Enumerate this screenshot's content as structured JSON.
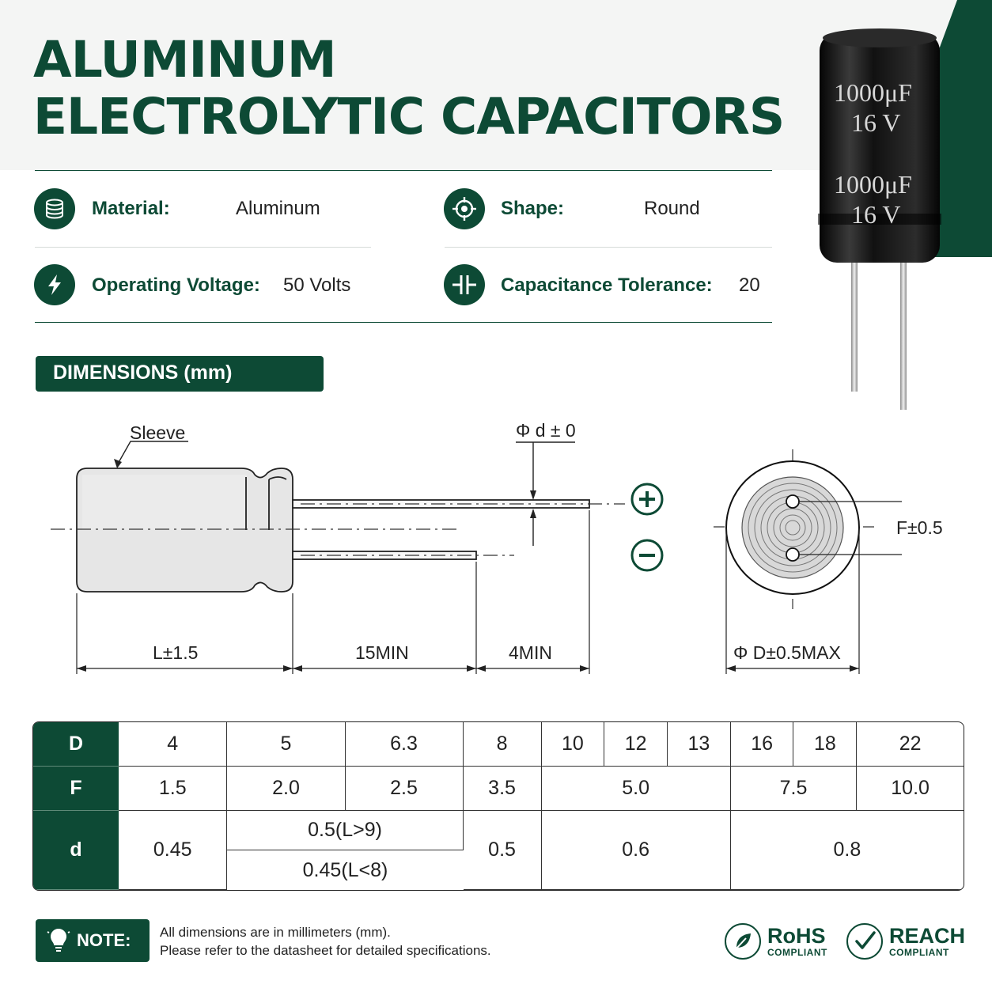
{
  "title": {
    "line1": "ALUMINUM",
    "line2": "ELECTROLYTIC CAPACITORS"
  },
  "product_photo": {
    "marking_capacitance": "1000μF",
    "marking_voltage": "16 V"
  },
  "specs": {
    "material": {
      "label": "Material:",
      "value": "Aluminum",
      "icon": "stack-icon"
    },
    "shape": {
      "label": "Shape:",
      "value": "Round",
      "icon": "target-icon"
    },
    "voltage": {
      "label": "Operating Voltage:",
      "value": "50 Volts",
      "icon": "lightning-icon"
    },
    "tolerance": {
      "label": "Capacitance Tolerance:",
      "value": "20",
      "icon": "capacitor-icon"
    }
  },
  "dimensions": {
    "heading": "DIMENSIONS (mm)",
    "sleeve": "Sleeve",
    "lead_diameter": "Φ d ± 0",
    "body_length": "L±1.5",
    "lead_min_1": "15MIN",
    "lead_min_2": "4MIN",
    "pitch": "F±0.5",
    "body_diameter": "Φ D±0.5MAX",
    "plus_symbol": "+",
    "minus_symbol": "−"
  },
  "table": {
    "d_label": "D",
    "f_label": "F",
    "lead_label": "d",
    "D": [
      "4",
      "5",
      "6.3",
      "8",
      "10",
      "12",
      "13",
      "16",
      "18",
      "22"
    ],
    "F": [
      "1.5",
      "2.0",
      "2.5",
      "3.5",
      "5.0",
      "7.5",
      "10.0"
    ],
    "d": {
      "c1": "0.45",
      "c2_top": "0.5(L>9)",
      "c2_bottom": "0.45(L<8)",
      "c3": "0.5",
      "c4": "0.6",
      "c5": "0.8"
    }
  },
  "note": {
    "label": "NOTE:",
    "line1": "All dimensions are in millimeters (mm).",
    "line2": "Please refer to the datasheet for detailed specifications."
  },
  "certs": {
    "rohs": {
      "name": "RoHS",
      "sub": "COMPLIANT"
    },
    "reach": {
      "name": "REACH",
      "sub": "COMPLIANT"
    }
  },
  "colors": {
    "brand_green": "#0d4a35",
    "capacitor_body": "#101010"
  }
}
